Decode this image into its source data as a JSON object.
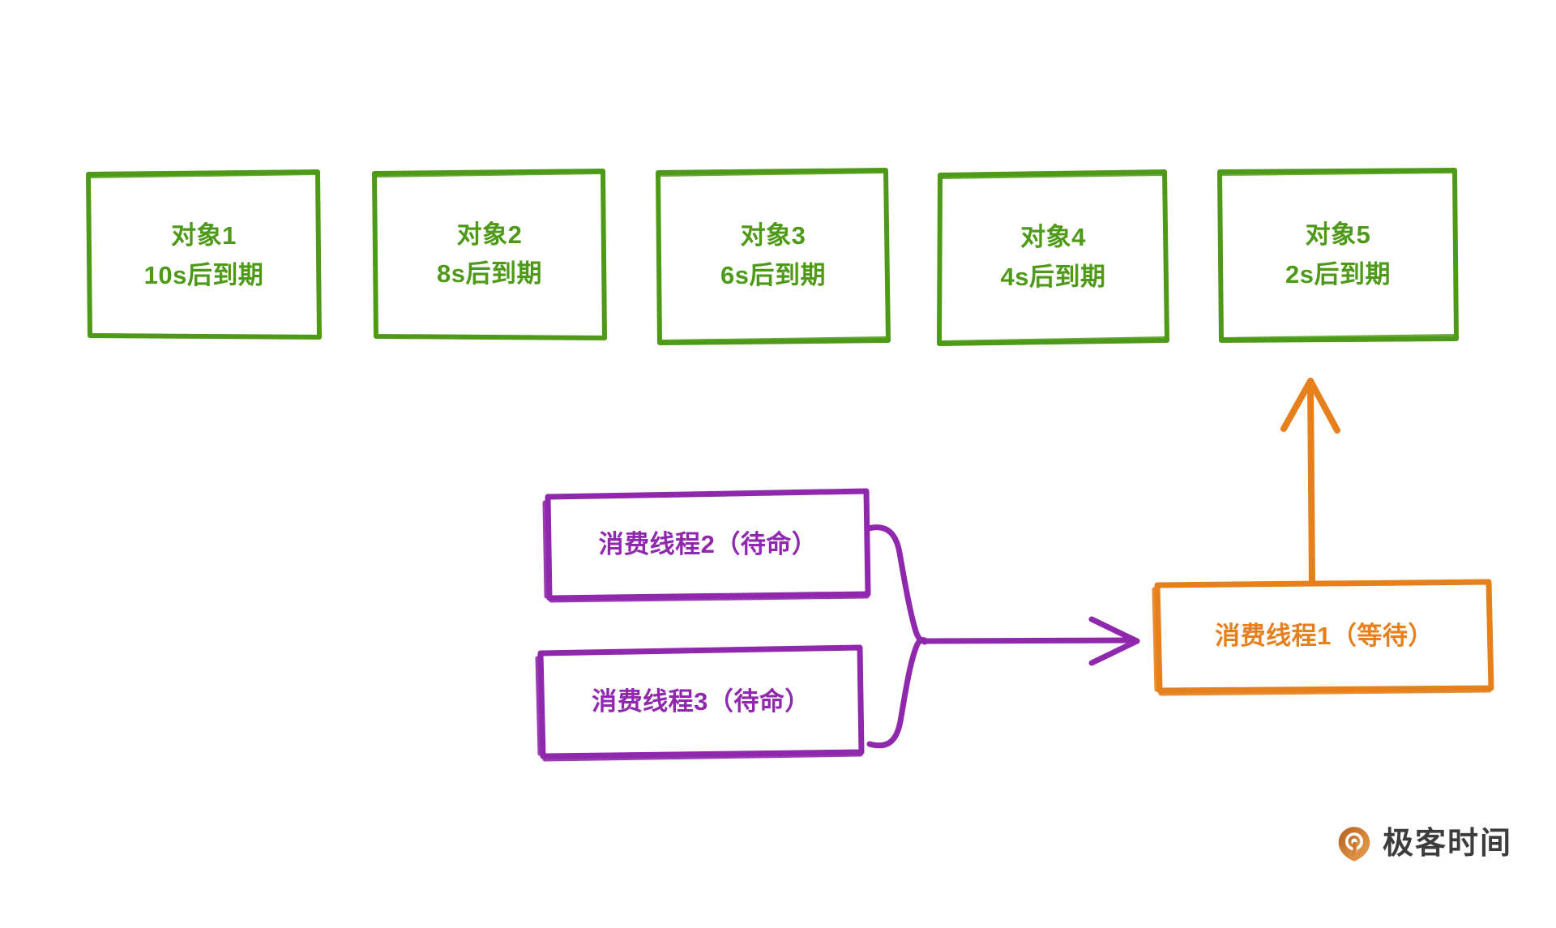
{
  "diagram": {
    "title": "DelayQueue consumer threads diagram",
    "background": "#ffffff",
    "colors": {
      "object_box": "#4e9a18",
      "standby_thread_box": "#8f28ad",
      "waiting_thread_box": "#e5801c",
      "brace": "#8f28ad",
      "up_arrow": "#e5801c",
      "logo_text": "#3c3c3c",
      "logo_mark": "#d07a2e"
    },
    "objects": [
      {
        "id": "obj1",
        "title": "对象1",
        "subtitle": "10s后到期"
      },
      {
        "id": "obj2",
        "title": "对象2",
        "subtitle": "8s后到期"
      },
      {
        "id": "obj3",
        "title": "对象3",
        "subtitle": "6s后到期"
      },
      {
        "id": "obj4",
        "title": "对象4",
        "subtitle": "4s后到期"
      },
      {
        "id": "obj5",
        "title": "对象5",
        "subtitle": "2s后到期"
      }
    ],
    "threads": {
      "standby": [
        {
          "id": "thread2",
          "label": "消费线程2（待命）"
        },
        {
          "id": "thread3",
          "label": "消费线程3（待命）"
        }
      ],
      "waiting": {
        "id": "thread1",
        "label": "消费线程1（等待）"
      }
    },
    "connectors": [
      {
        "id": "brace-standby",
        "type": "curly-brace",
        "color": "#8f28ad"
      },
      {
        "id": "arrow-standby-to-waiting",
        "type": "arrow-right",
        "color": "#8f28ad"
      },
      {
        "id": "arrow-waiting-to-obj5",
        "type": "arrow-up",
        "color": "#e5801c"
      }
    ]
  },
  "watermark": {
    "text": "极客时间",
    "mark_name": "geektime-logo-icon"
  }
}
